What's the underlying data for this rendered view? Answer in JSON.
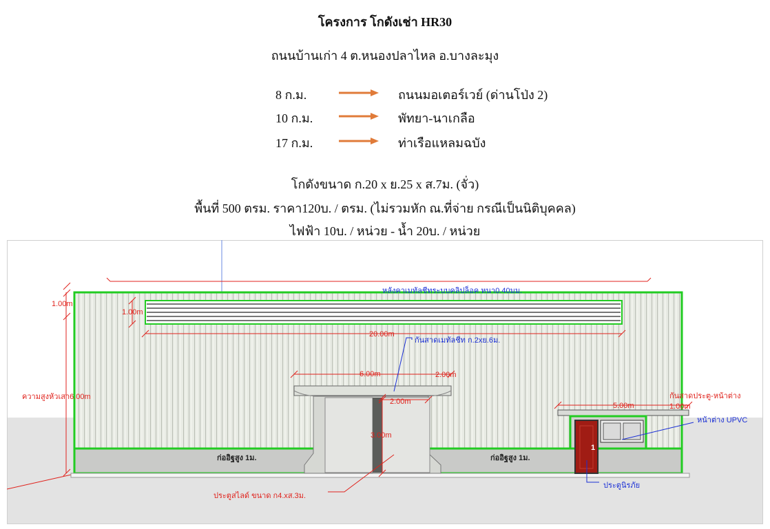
{
  "header": {
    "title": "โครงการ โกดังเช่า HR30",
    "address": "ถนนบ้านเก่า 4  ต.หนองปลาไหล  อ.บางละมุง"
  },
  "distances": [
    {
      "km": "8 ก.ม.",
      "destination": "ถนนมอเตอร์เวย์ (ด่านโป่ง 2)"
    },
    {
      "km": "10 ก.ม.",
      "destination": "พัทยา-นาเกลือ"
    },
    {
      "km": "17 ก.ม.",
      "destination": "ท่าเรือแหลมฉบัง"
    }
  ],
  "specs": {
    "size": "โกดังขนาด ก.20 x ย.25 x ส.7ม. (จั่ว)",
    "price": "พื้นที่ 500 ตรม. ราคา120บ. / ตรม.  (ไม่รวมหัก ณ.ที่จ่าย กรณีเป็นนิติบุคคล)",
    "utilities": "ไฟฟ้า 10บ. / หน่วย  -   น้ำ 20บ. / หน่วย"
  },
  "drawing_labels": {
    "roof_note": "หลังคาเมทัลชีทระบบคลิปล็อค หนา0.40มม.",
    "dim_top_left": "1.00m",
    "dim_vent": "1.00m",
    "dim_width": "20.00m",
    "canopy_note": "กันสาดเมทัลชีท ก.2xย.6ม.",
    "dim_canopy": "6.00m",
    "dim_canopy_depth": "2.00m",
    "dim_door_width": "2.00m",
    "dim_door_height": "3.00m",
    "column_height": "ความสูงหัวเสา6.00m",
    "wall_left": "ก่ออิฐสูง 1ม.",
    "wall_right": "ก่ออิฐสูง 1ม.",
    "side_canopy_note": "กันสาดประตู-หน้าต่าง",
    "dim_side_canopy": "5.00m",
    "dim_side_canopy_depth": "1.00m",
    "window_note": "หน้าต่าง UPVC",
    "door_note": "ประตูนิรภัย",
    "slide_door_note": "ประตูสไลด์ ขนาด ก4.xส.3ม.",
    "door_number": "1"
  },
  "colors": {
    "arrow": "#e07b39",
    "outline_green": "#22cc22",
    "dim_red": "#e0221c",
    "note_blue": "#1a2fd6",
    "door_red": "#a01c14"
  }
}
